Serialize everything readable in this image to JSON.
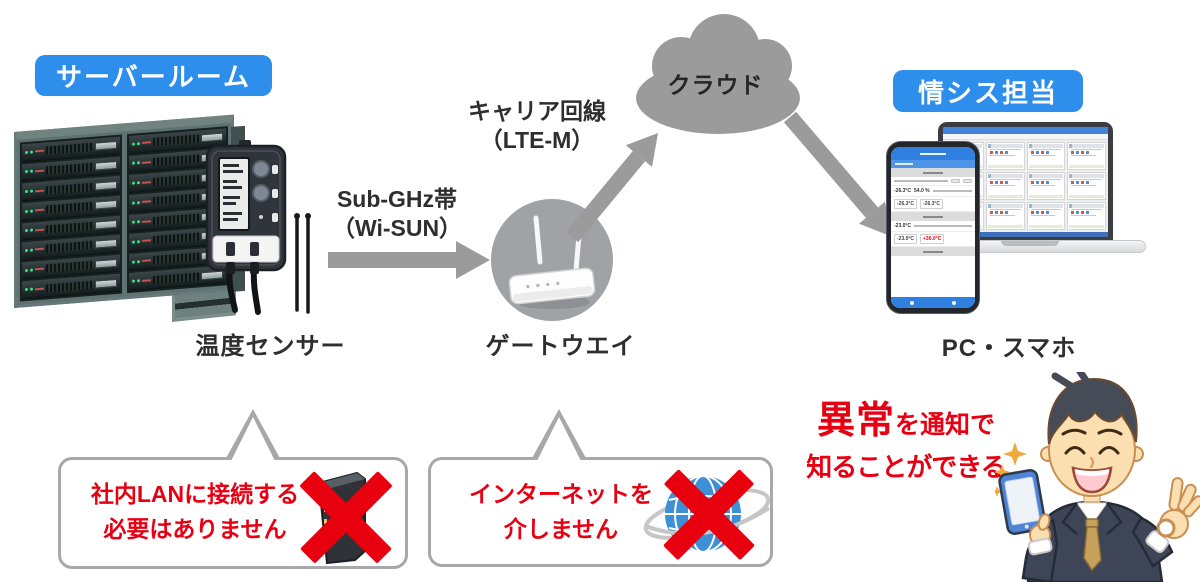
{
  "scene": {
    "server_room_label": "サーバールーム",
    "it_staff_label": "情シス担当",
    "sensor_label": "温度センサー",
    "gateway_label": "ゲートウエイ",
    "cloud_label": "クラウド",
    "devices_label": "PC・スマホ"
  },
  "links": {
    "sensor_gateway_line1": "Sub-GHz帯",
    "sensor_gateway_line2": "（Wi-SUN）",
    "gateway_cloud_line1": "キャリア回線",
    "gateway_cloud_line2": "（LTE-M）"
  },
  "callout_lan": {
    "line1": "社内LANに接続する",
    "line2": "必要はありません"
  },
  "callout_internet": {
    "line1": "インターネットを",
    "line2": "介しません"
  },
  "alert_message": {
    "emphasis": "異常",
    "rest": "を通知で",
    "line2": "知ることができる"
  },
  "phone_app": {
    "temp_current": "-26.3°C",
    "temp_threshold": "-26.3°C",
    "humidity": "54.0 %",
    "temp_current2": "-23.0°C",
    "temp_alert": "+36.0°C"
  },
  "colors": {
    "badge_blue": "#2e8eec",
    "diagram_gray": "#9b9b9b",
    "alert_red": "#e60012",
    "globe_blue": "#3d8fd6"
  }
}
